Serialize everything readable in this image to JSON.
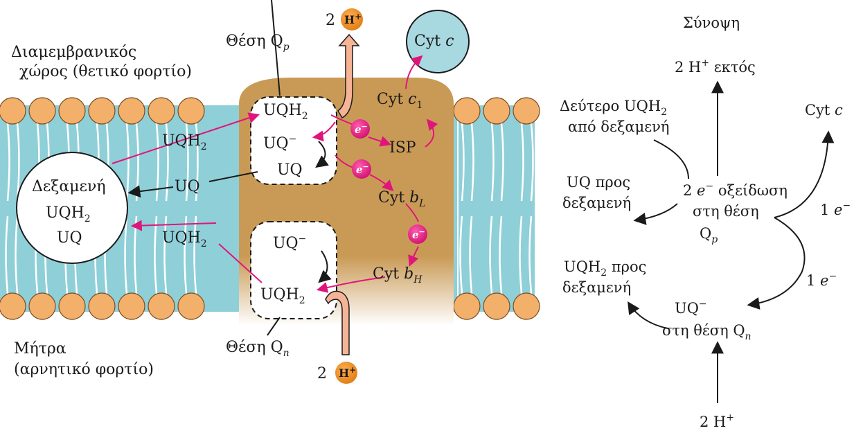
{
  "colors": {
    "lipid_head": "#f3b06b",
    "lipid_head_stroke": "#7a4c20",
    "lipid_tail": "#8fcfd8",
    "complex": "#c99a55",
    "cyt_c": "#a8d8e0",
    "electron": "#e0157c",
    "proton": "#f08a1e",
    "pink_arrow": "#e0157c",
    "proton_channel": "#f6b497"
  },
  "left": {
    "intermembrane_line1": "Διαμεμβρανικός",
    "intermembrane_line2": "χώρος (θετικό φορτίο)",
    "matrix_line1": "Μήτρα",
    "matrix_line2": "(αρνητικό φορτίο)",
    "pool_line1": "Δεξαμενή",
    "pool_line2_main": "UQH",
    "pool_line2_sub": "2",
    "pool_line3": "UQ",
    "membrane_uqh2_top_main": "UQH",
    "membrane_uqh2_top_sub": "2",
    "membrane_uq": "UQ",
    "membrane_uqh2_bottom_main": "UQH",
    "membrane_uqh2_bottom_sub": "2"
  },
  "complex": {
    "qp_site_main": "Θέση Q",
    "qp_site_sub": "p",
    "qn_site_main": "Θέση Q",
    "qn_site_sub": "n",
    "qp_uqh2_main": "UQH",
    "qp_uqh2_sub": "2",
    "qp_uq_minus_main": "UQ",
    "qp_uq_minus_sup": "−",
    "qp_uq": "UQ",
    "qn_uq_minus_main": "UQ",
    "qn_uq_minus_sup": "−",
    "qn_uqh2_main": "UQH",
    "qn_uqh2_sub": "2",
    "cyt_c1_main": "Cyt ",
    "cyt_c1_it": "c",
    "cyt_c1_sub": "1",
    "isp": "ISP",
    "cyt_bl_main": "Cyt ",
    "cyt_bl_it": "b",
    "cyt_bl_sub": "L",
    "cyt_bh_main": "Cyt ",
    "cyt_bh_it": "b",
    "cyt_bh_sub": "H",
    "cyt_c_main": "Cyt ",
    "cyt_c_it": "c",
    "electron_main": "e",
    "electron_sup": "−",
    "proton_top_count": "2",
    "proton_bottom_count": "2",
    "proton_main": "H",
    "proton_sup": "+"
  },
  "summary": {
    "title": "Σύνοψη",
    "h_out_main": "2 H",
    "h_out_sup": "+",
    "h_out_rest": " εκτός",
    "second_uqh2_line1_main": "Δεύτερο UQH",
    "second_uqh2_line1_sub": "2",
    "second_uqh2_line2": "από δεξαμενή",
    "cyt_c_main": "Cyt ",
    "cyt_c_it": "c",
    "uq_to_pool_line1": "UQ προς",
    "uq_to_pool_line2": "δεξαμενή",
    "oxidation_pre": "2 ",
    "oxidation_e": "e",
    "oxidation_sup": "−",
    "oxidation_post": " οξείδωση",
    "oxidation_line2": "στη θέση",
    "oxidation_line3_main": "Q",
    "oxidation_line3_sub": "p",
    "one_e_right_pre": "1 ",
    "one_e_right_e": "e",
    "one_e_right_sup": "−",
    "one_e_mid_pre": "1 ",
    "one_e_mid_e": "e",
    "one_e_mid_sup": "−",
    "uqh2_to_pool_line1_main": "UQH",
    "uqh2_to_pool_line1_sub": "2",
    "uqh2_to_pool_line1_rest": " προς",
    "uqh2_to_pool_line2": "δεξαμενή",
    "uq_minus_main": "UQ",
    "uq_minus_sup": "−",
    "uq_minus_line2_main": "στη θέση Q",
    "uq_minus_line2_sub": "n",
    "h_in_main": "2 H",
    "h_in_sup": "+"
  }
}
